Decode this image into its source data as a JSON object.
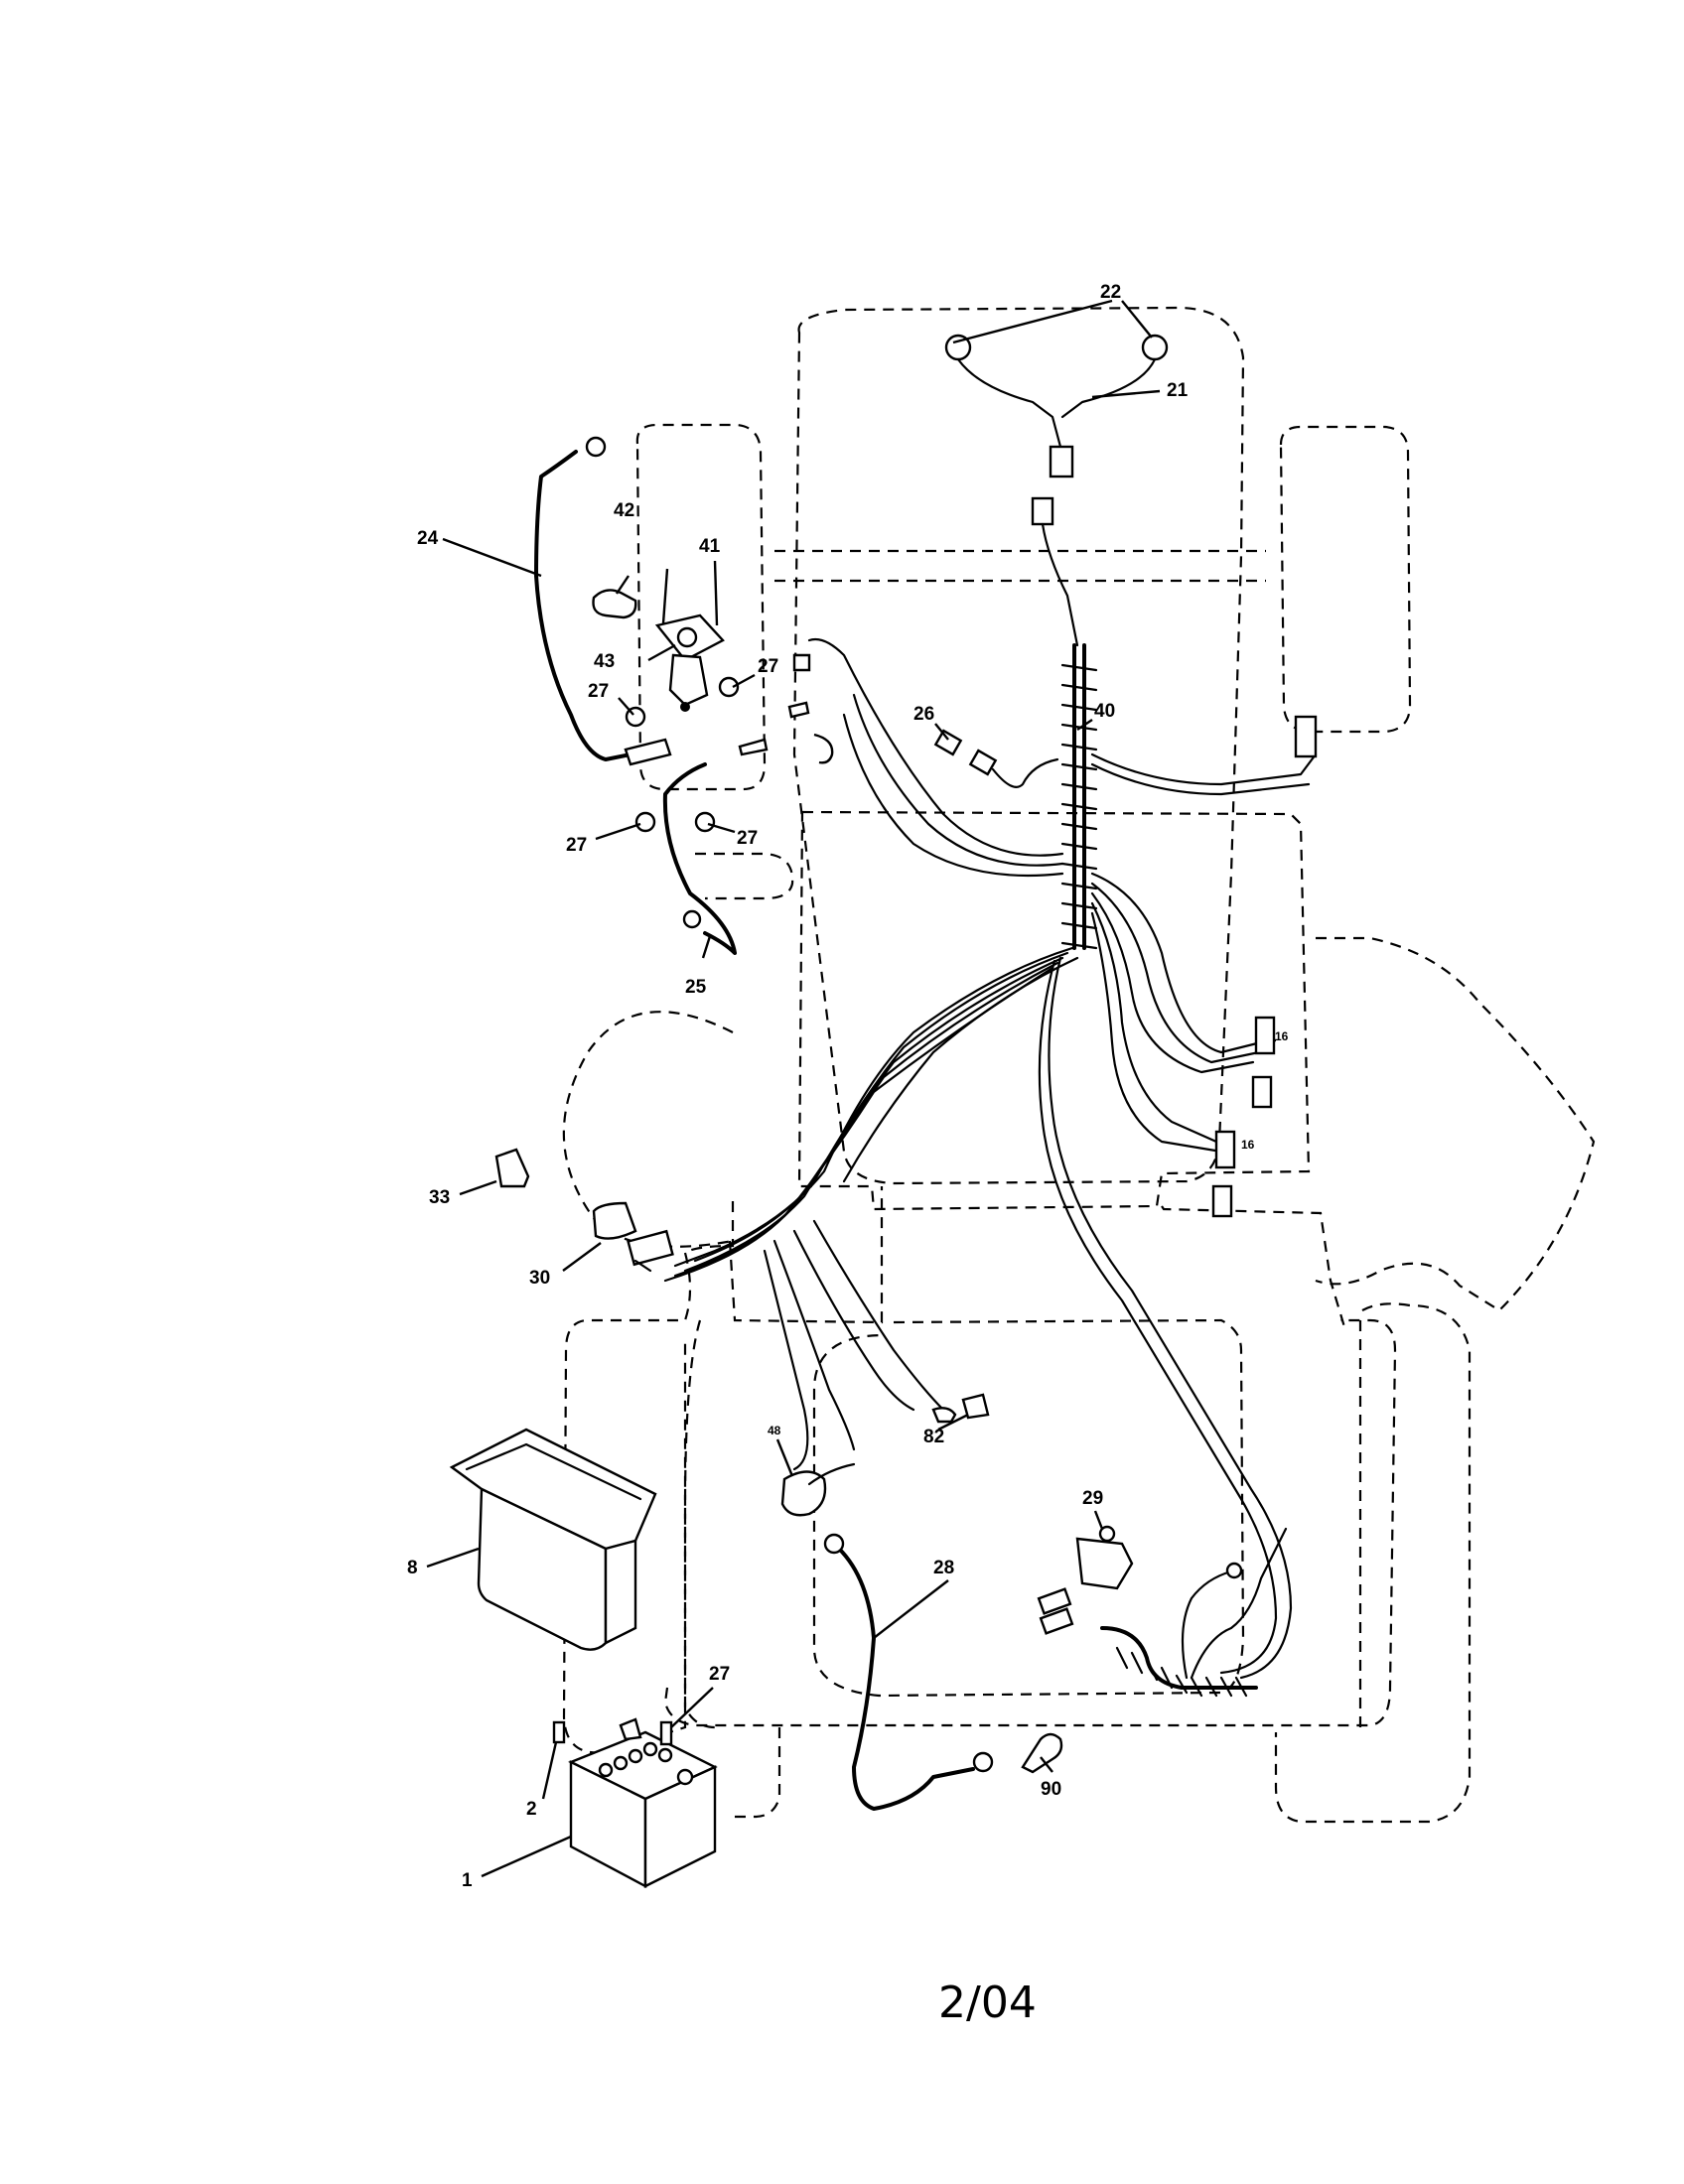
{
  "callouts": {
    "c1": "1",
    "c2": "2",
    "c8": "8",
    "c16a": "16",
    "c16b": "16",
    "c21": "21",
    "c22": "22",
    "c24": "24",
    "c25": "25",
    "c26": "26",
    "c27a": "27",
    "c27b": "27",
    "c27c": "27",
    "c27d": "27",
    "c27e": "27",
    "c28": "28",
    "c29": "29",
    "c30": "30",
    "c33": "33",
    "c40": "40",
    "c41": "41",
    "c42": "42",
    "c43": "43",
    "c48": "48",
    "c82": "82",
    "c90": "90"
  },
  "footer": {
    "page_number": "2/04"
  }
}
